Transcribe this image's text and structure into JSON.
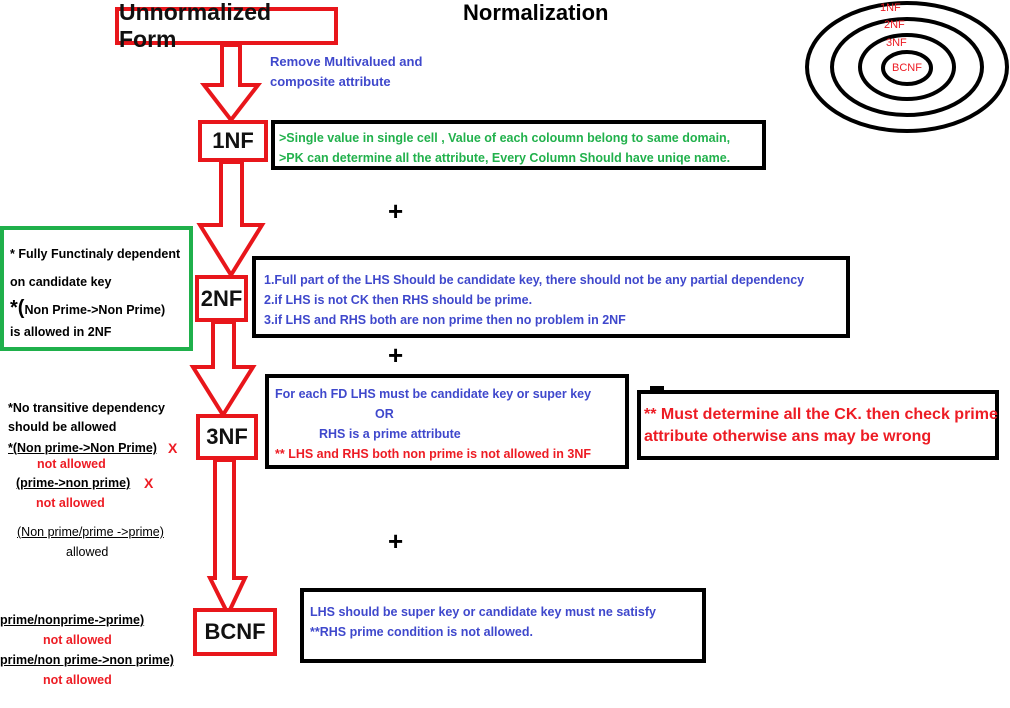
{
  "title": "Normalization",
  "stages": {
    "unnormalized": "Unnormalized Form",
    "nf1": "1NF",
    "nf2": "2NF",
    "nf3": "3NF",
    "bcnf": "BCNF"
  },
  "arrow_note": [
    "Remove Multivalued and",
    "composite attribute"
  ],
  "box_1nf": [
    ">Single value in single cell , Value of each coloumn belong to same domain,",
    ">PK can determine all the attribute, Every Column Should have uniqe name."
  ],
  "box_2nf": [
    "1.Full part of the LHS Should be candidate key, there should not be any partial dependency",
    "2.if LHS is not CK then RHS should be prime.",
    "3.if LHS and RHS both are non prime then no problem in 2NF"
  ],
  "box_3nf": {
    "line1": "For each FD LHS must be candidate key or super key",
    "line2": "OR",
    "line3": "RHS is a prime attribute",
    "line4": "** LHS and RHS both non prime is not allowed in 3NF"
  },
  "box_bcnf": [
    "LHS should be super key or candidate key must ne satisfy",
    "**RHS prime condition is not allowed."
  ],
  "note_ck": [
    "** Must determine all the CK. then check prime",
    "attribute otherwise ans may be wrong"
  ],
  "note_2nf": {
    "line1": "* Fully Functinaly dependent",
    "line2": "on candidate key",
    "star": "*(",
    "line3": "Non Prime->Non Prime)",
    "line4": "is allowed in 2NF"
  },
  "note_3nf": {
    "line1": "*No transitive dependency",
    "line2": "should be allowed",
    "line3": "*(Non prime->Non Prime)",
    "x1": "X",
    "line4": "not allowed",
    "line5": "(prime->non prime)",
    "x2": "X",
    "line6": "not allowed",
    "line7": "(Non prime/prime ->prime)",
    "line8": "allowed"
  },
  "note_bcnf": {
    "line1": "prime/nonprime->prime)",
    "line2": "not allowed",
    "line3": "prime/non prime->non prime)",
    "line4": "not allowed"
  },
  "plus": "+",
  "target_labels": [
    "1NF",
    "2NF",
    "3NF",
    "BCNF"
  ],
  "colors": {
    "red": "#ed1c24",
    "blue": "#3f48cc",
    "green": "#22b14c",
    "black": "#000000"
  }
}
